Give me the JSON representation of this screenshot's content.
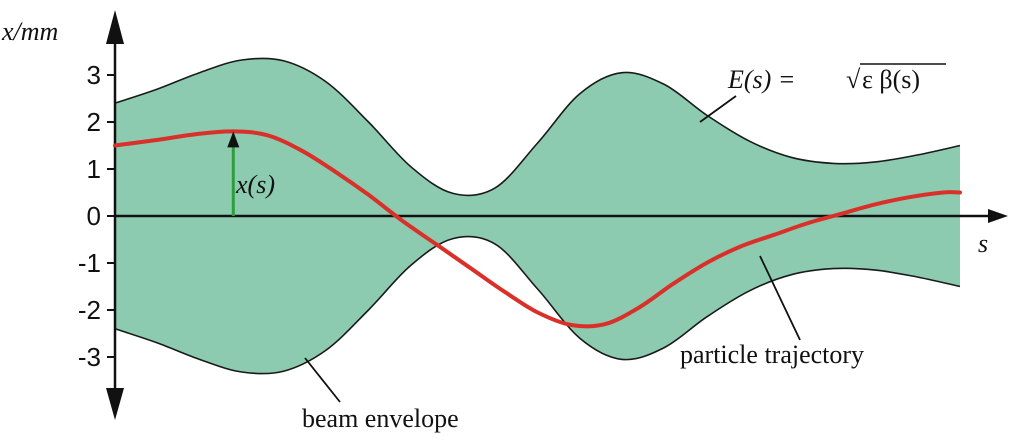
{
  "chart_data": {
    "type": "area",
    "title": "",
    "ylabel": "x/mm",
    "xlabel": "s",
    "ylim": [
      -4.2,
      4.2
    ],
    "xlim": [
      0,
      10
    ],
    "yticks": [
      3,
      2,
      1,
      0,
      -1,
      -2,
      -3
    ],
    "ytick_labels": [
      "3",
      "2",
      "1",
      "0",
      "-1",
      "-2",
      "-3"
    ],
    "grid": false,
    "series": [
      {
        "name": "beam envelope",
        "role": "envelope_upper",
        "x": [
          0,
          0.5,
          1.0,
          1.5,
          2.0,
          2.5,
          3.0,
          3.5,
          4.0,
          4.5,
          5.0,
          5.5,
          6.0,
          6.5,
          7.0,
          7.5,
          8.0,
          8.5,
          9.0,
          9.5,
          10.0
        ],
        "y": [
          2.4,
          2.7,
          3.05,
          3.32,
          3.3,
          2.85,
          2.0,
          1.05,
          0.48,
          0.6,
          1.55,
          2.6,
          3.05,
          2.8,
          2.15,
          1.6,
          1.25,
          1.12,
          1.15,
          1.3,
          1.5
        ]
      },
      {
        "name": "beam envelope",
        "role": "envelope_lower",
        "x": [
          0,
          0.5,
          1.0,
          1.5,
          2.0,
          2.5,
          3.0,
          3.5,
          4.0,
          4.5,
          5.0,
          5.5,
          6.0,
          6.5,
          7.0,
          7.5,
          8.0,
          8.5,
          9.0,
          9.5,
          10.0
        ],
        "y": [
          -2.4,
          -2.7,
          -3.05,
          -3.32,
          -3.3,
          -2.85,
          -2.0,
          -1.05,
          -0.48,
          -0.6,
          -1.55,
          -2.6,
          -3.05,
          -2.8,
          -2.15,
          -1.6,
          -1.25,
          -1.12,
          -1.15,
          -1.3,
          -1.5
        ]
      },
      {
        "name": "particle trajectory",
        "role": "trajectory",
        "x": [
          0,
          0.5,
          1.0,
          1.4,
          1.8,
          2.2,
          2.6,
          3.0,
          3.4,
          3.8,
          4.2,
          4.6,
          5.0,
          5.4,
          5.8,
          6.2,
          6.6,
          7.0,
          7.4,
          7.8,
          8.2,
          8.6,
          9.0,
          9.4,
          9.8,
          10.0
        ],
        "y": [
          1.5,
          1.62,
          1.75,
          1.8,
          1.72,
          1.4,
          0.95,
          0.45,
          -0.1,
          -0.6,
          -1.1,
          -1.6,
          -2.05,
          -2.32,
          -2.3,
          -1.95,
          -1.45,
          -1.0,
          -0.65,
          -0.4,
          -0.15,
          0.05,
          0.25,
          0.4,
          0.5,
          0.5
        ]
      }
    ],
    "annotations": {
      "displacement_label": "x(s)",
      "displacement_at": {
        "x": 1.4,
        "y": 1.8
      },
      "envelope_formula_lhs": "E(s) = ",
      "envelope_formula_rad": "ε β(s)",
      "trajectory_label": "particle trajectory",
      "envelope_label": "beam envelope"
    },
    "colors": {
      "envelope_fill": "#8ccbb0",
      "envelope_stroke": "#1a1a1a",
      "trajectory": "#d9302a",
      "displacement_arrow": "#2e9e3a",
      "axes": "#111111"
    }
  }
}
